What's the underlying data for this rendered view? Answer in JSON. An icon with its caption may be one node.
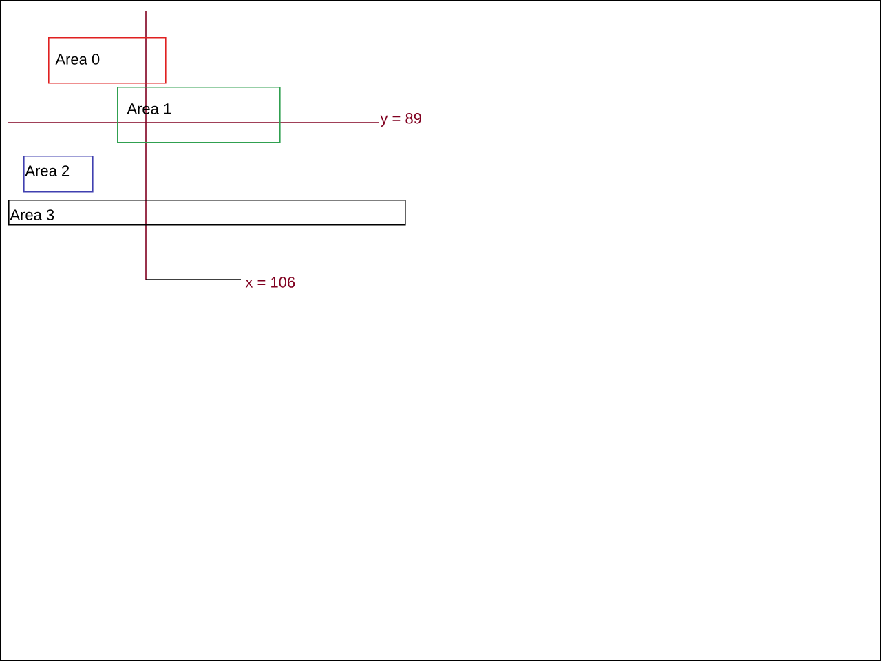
{
  "diagram": {
    "nodes": [
      {
        "text": [
          "Area 0"
        ]
      },
      {
        "text": [
          "Area 1"
        ]
      },
      {
        "text": [
          "Area 2"
        ]
      },
      {
        "text": [
          "Area 3"
        ]
      }
    ],
    "labels": [
      "y = 89",
      "x = 106"
    ]
  }
}
